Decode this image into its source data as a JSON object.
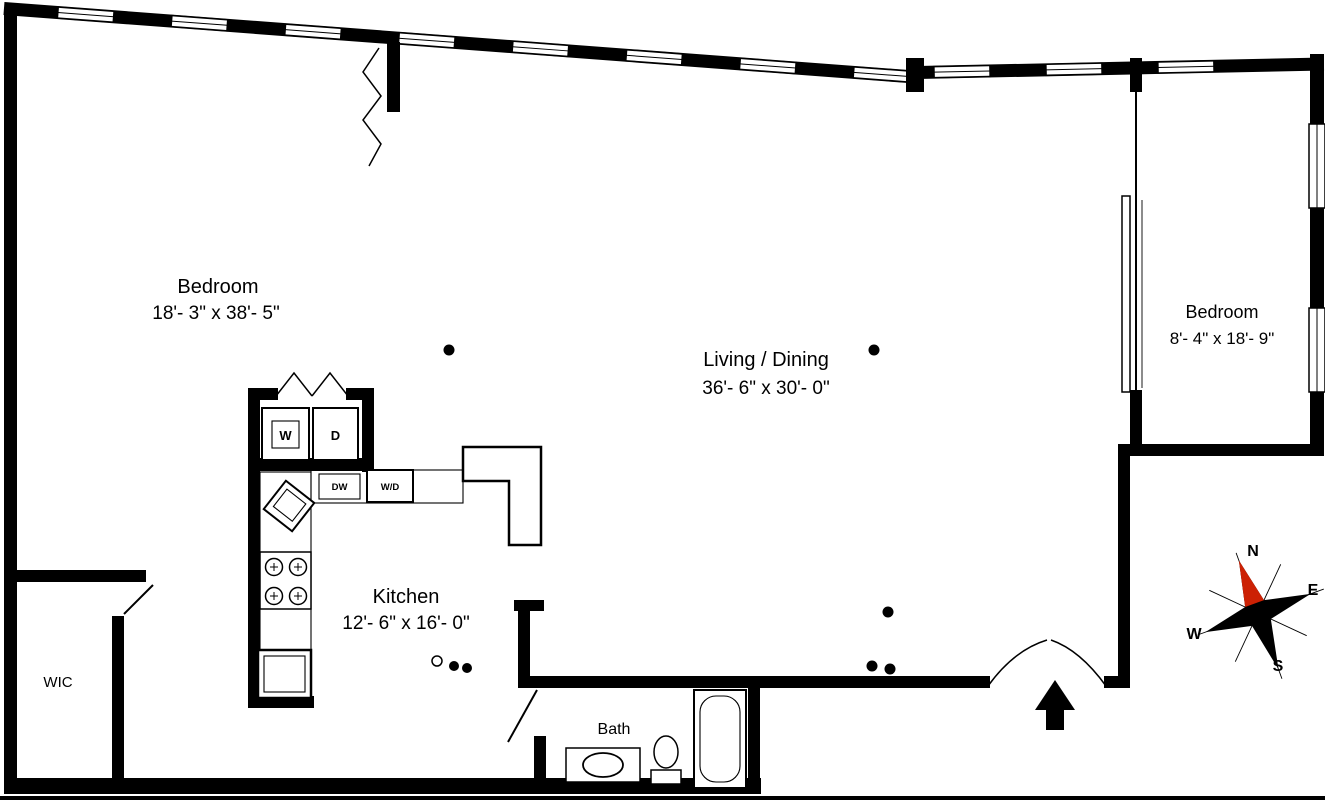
{
  "document": {
    "type": "Residential Floor Plan"
  },
  "rooms": {
    "bedroom_left": {
      "name": "Bedroom",
      "dims": "18'- 3\" x 38'- 5\""
    },
    "living_dining": {
      "name": "Living / Dining",
      "dims": "36'- 6\" x 30'- 0\""
    },
    "bedroom_right": {
      "name": "Bedroom",
      "dims": "8'- 4\" x 18'- 9\""
    },
    "kitchen": {
      "name": "Kitchen",
      "dims": "12'- 6\" x 16'- 0\""
    },
    "bath": {
      "name": "Bath"
    },
    "wic": {
      "name": "WIC"
    }
  },
  "appliances": {
    "washer": "W",
    "dryer": "D",
    "dishwasher": "DW",
    "washer_dryer": "W/D"
  },
  "compass": {
    "north": "N",
    "east": "E",
    "south": "S",
    "west": "W"
  },
  "colors": {
    "wall": "#000000",
    "background": "#ffffff",
    "compass_needle": "#cc2104"
  }
}
